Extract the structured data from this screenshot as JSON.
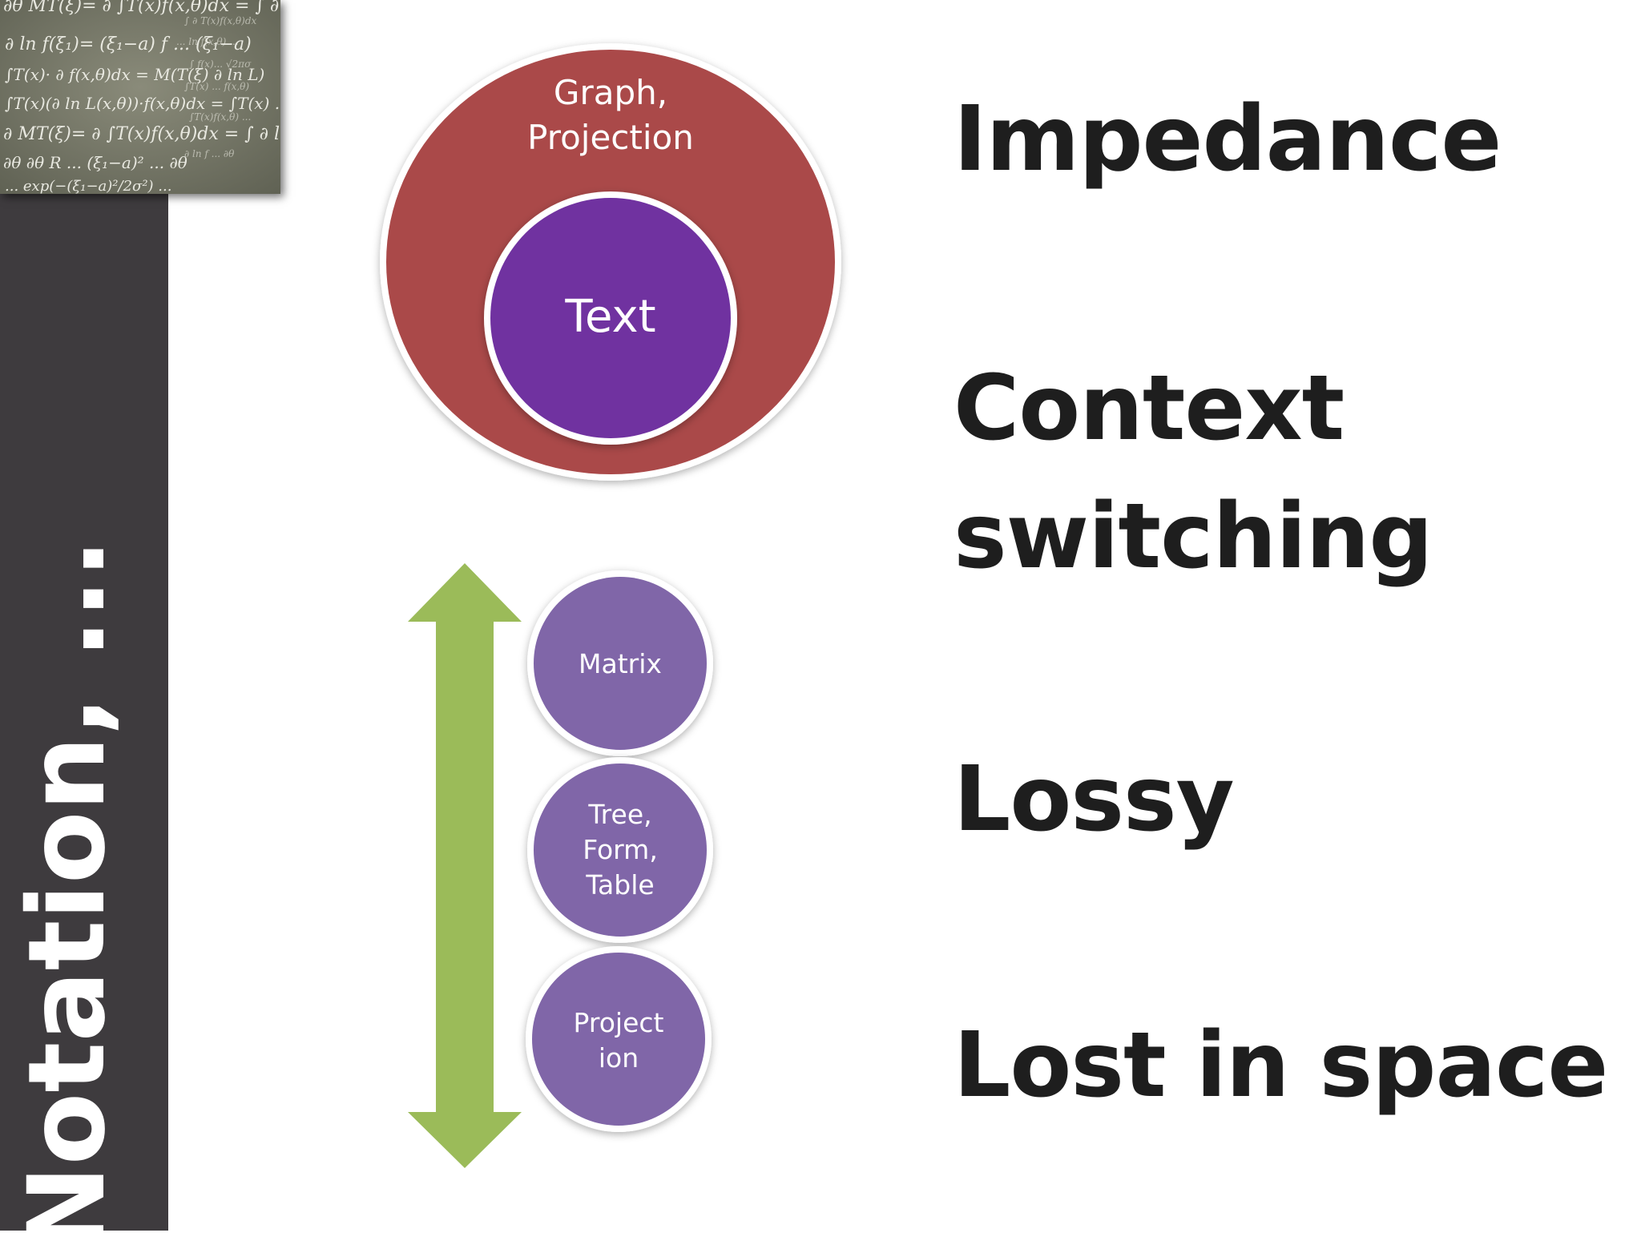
{
  "title": "Notation, ...",
  "outer_circle": {
    "label": "Graph, Projection",
    "color": "#aa4848"
  },
  "inner_circle": {
    "label": "Text",
    "color": "#7030a0"
  },
  "scale_circles": [
    {
      "label": "Matrix"
    },
    {
      "label": "Tree, Form, Table"
    },
    {
      "label": "Project ion"
    }
  ],
  "scale_circle_color": "#8066a8",
  "arrow_color": "#9bbb59",
  "concepts": [
    "Impedance",
    "Context switching",
    "Lossy",
    "Lost in space"
  ]
}
